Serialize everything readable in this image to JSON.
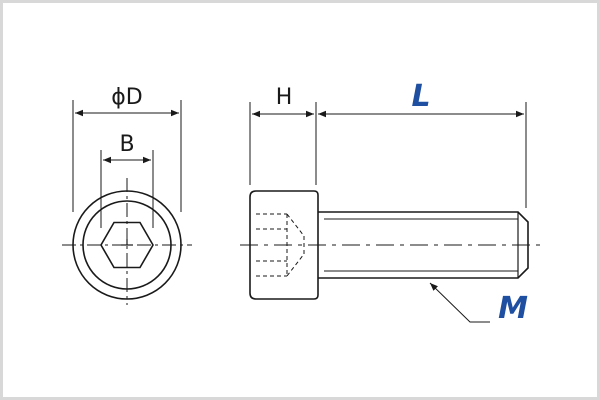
{
  "labels": {
    "diameter": "ϕD",
    "hex": "B",
    "head_height": "H",
    "length": "L",
    "thread": "M"
  },
  "colors": {
    "line": "#1a1a1a",
    "accent_label": "#1f4fa0",
    "frame": "#d8d8d8"
  }
}
